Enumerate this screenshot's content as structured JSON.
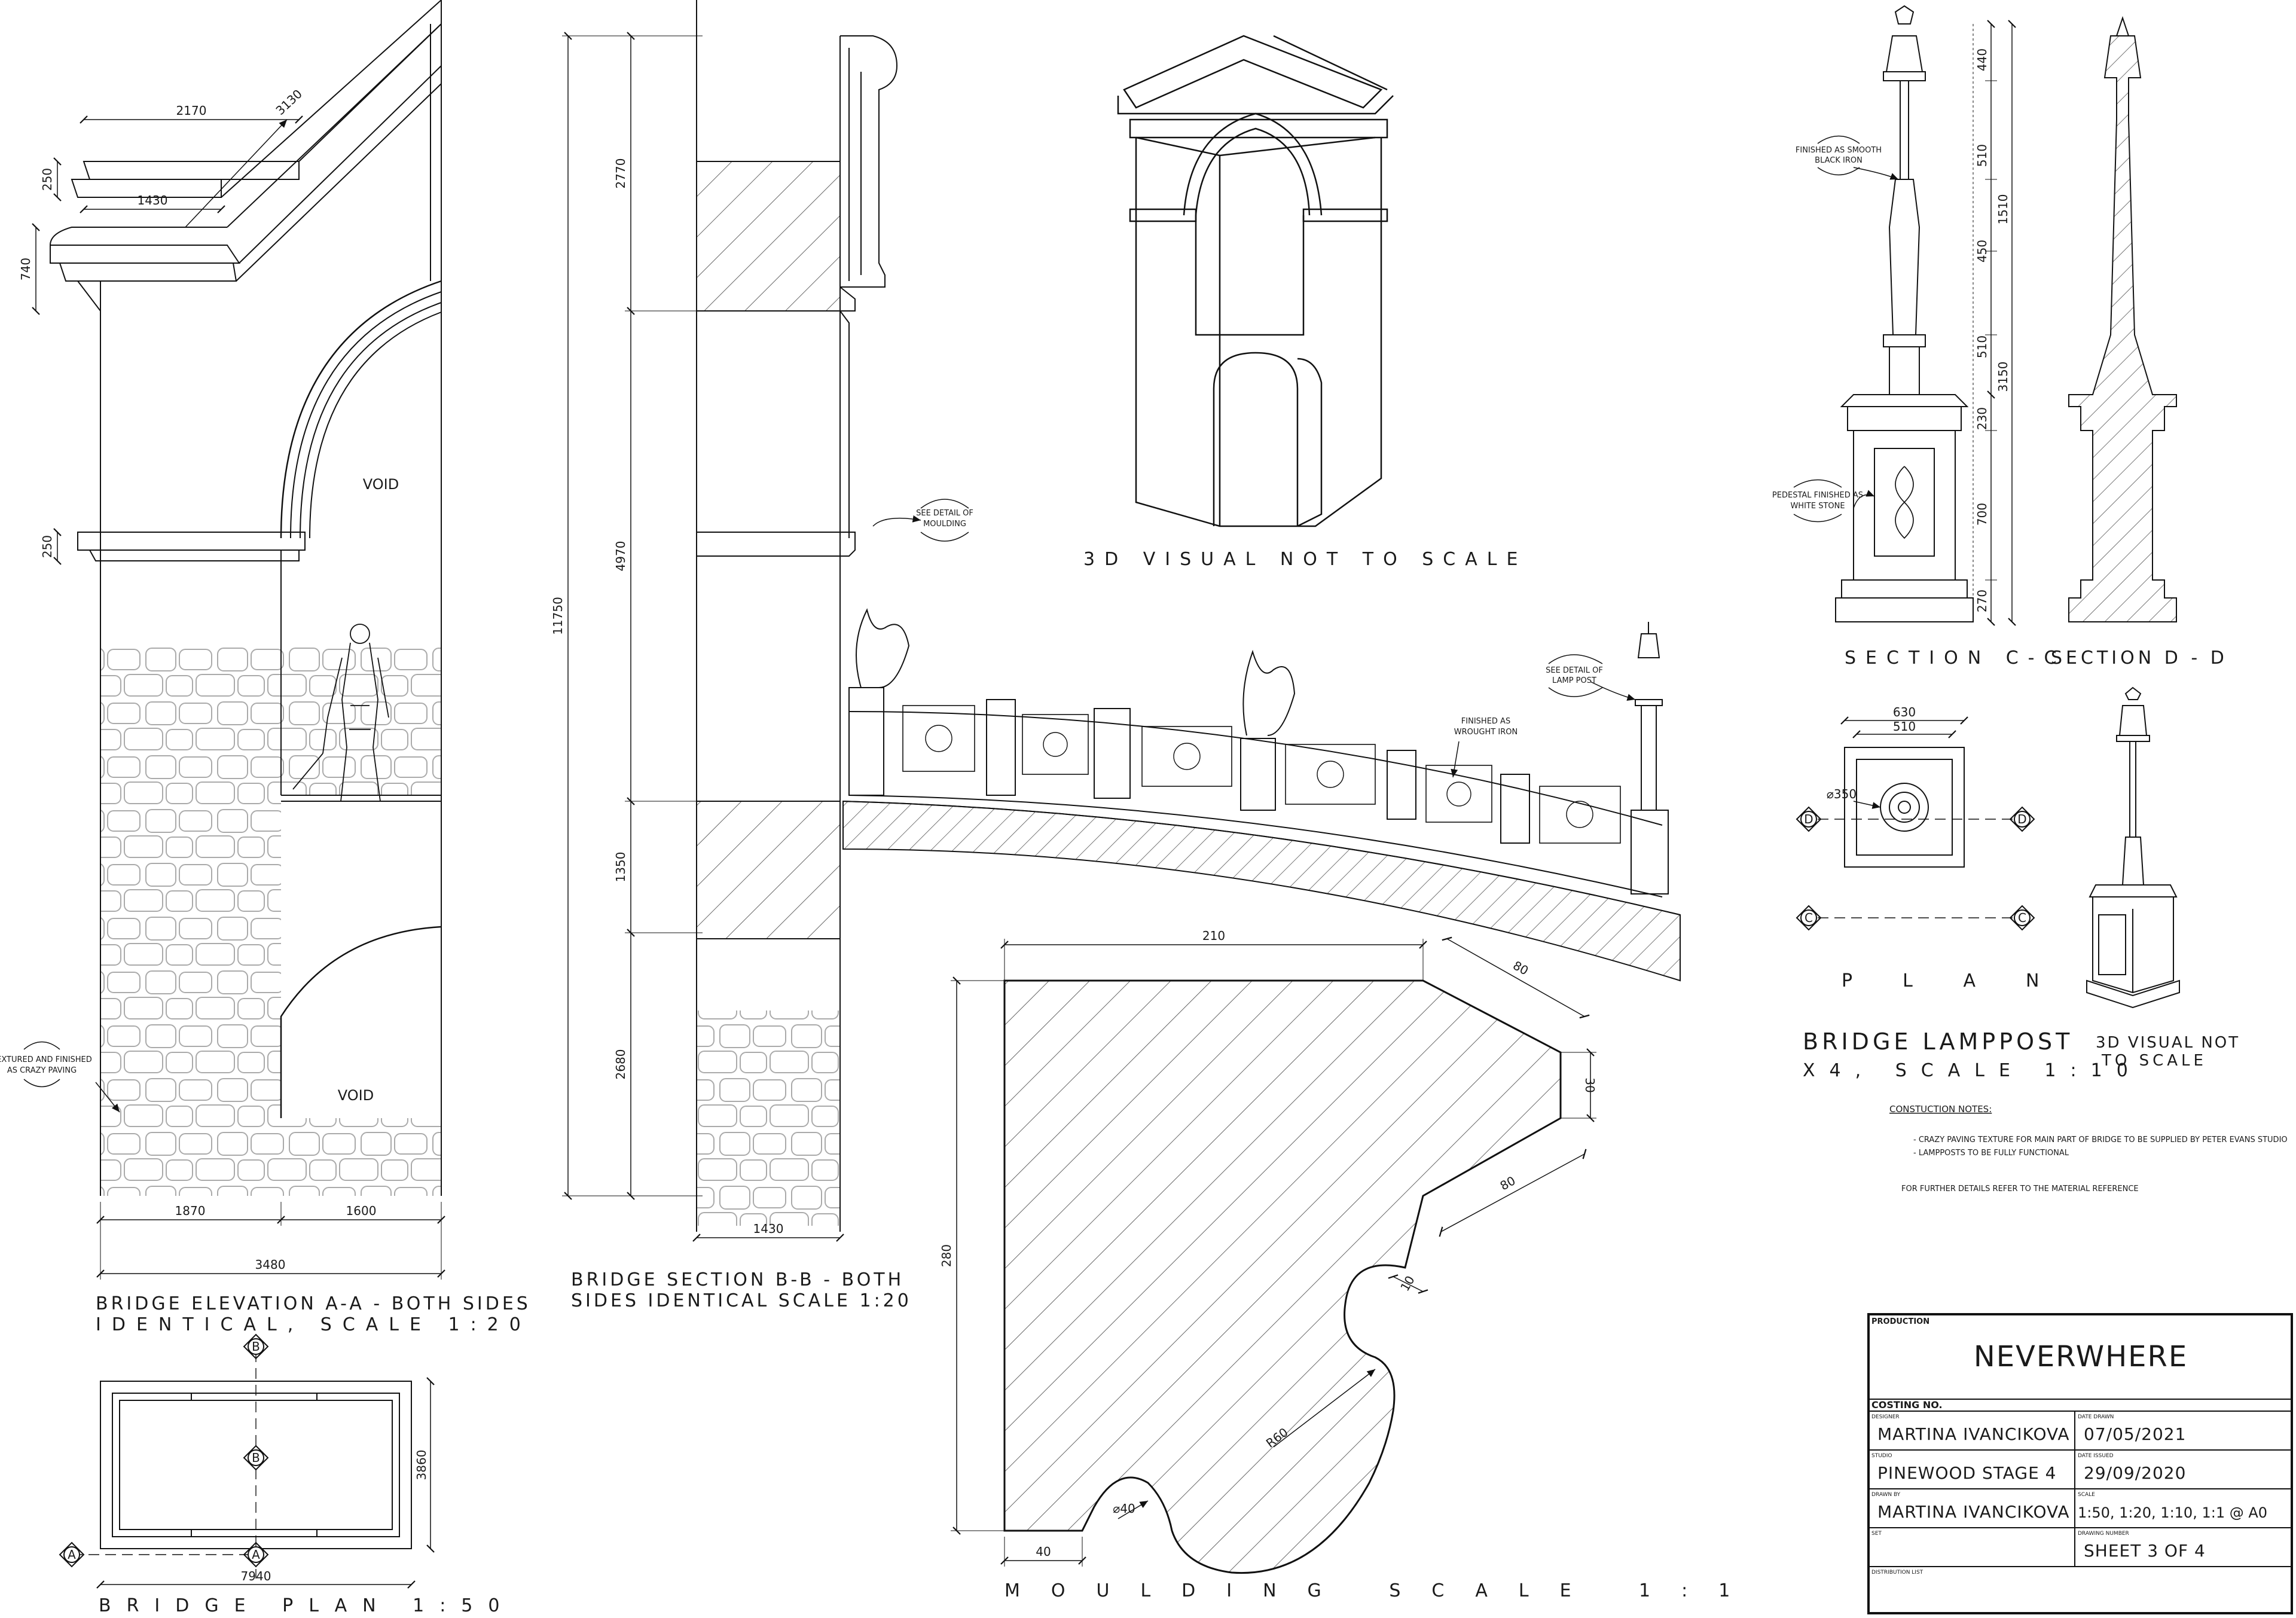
{
  "elevation": {
    "title_line1": "BRIDGE ELEVATION A-A - BOTH SIDES",
    "title_line2": "IDENTICAL, SCALE 1:20",
    "void_label": "VOID",
    "dims": {
      "d2170": "2170",
      "d3130": "3130",
      "d1430": "1430",
      "d250": "250",
      "d740": "740",
      "d1870": "1870",
      "d1600": "1600",
      "d3480": "3480"
    },
    "note_paving": [
      "TEXTURED AND FINISHED",
      "AS CRAZY PAVING"
    ]
  },
  "plan": {
    "title": "BRIDGE PLAN 1:50",
    "dims": {
      "width": "7940",
      "height": "3860"
    },
    "markers": {
      "a": "A",
      "b": "B"
    }
  },
  "section_bb": {
    "title_line1": "BRIDGE SECTION B-B - BOTH",
    "title_line2": "SIDES IDENTICAL SCALE 1:20",
    "dims": {
      "total": "11750",
      "d2770": "2770",
      "d4970": "4970",
      "d1350": "1350",
      "d2680": "2680",
      "d1430": "1430"
    },
    "note_moulding": [
      "SEE DETAIL OF",
      "MOULDING"
    ]
  },
  "visual_3d": {
    "caption": "3D VISUAL NOT TO SCALE"
  },
  "railing": {
    "note_lamp": [
      "SEE DETAIL OF",
      "LAMP POST"
    ],
    "note_iron": [
      "FINISHED AS",
      "WROUGHT IRON"
    ]
  },
  "moulding": {
    "title": "MOULDING SCALE 1:1",
    "dims": {
      "top": "210",
      "diag1": "80",
      "right": "30",
      "diag2": "80",
      "small10": "10",
      "radius": "R60",
      "height": "280",
      "bottom": "40",
      "diameter": "⌀40"
    }
  },
  "lamppost": {
    "section_cc": "SECTION C-C",
    "section_dd": "SECTION D - D",
    "plan_label": "PLAN",
    "title": "BRIDGE LAMPPOST",
    "subtitle": "X4, SCALE 1:10",
    "visual_line1": "3D VISUAL NOT",
    "visual_line2": "TO SCALE",
    "note_black": [
      "FINISHED AS SMOOTH",
      "BLACK IRON"
    ],
    "note_stone": [
      "PEDESTAL FINISHED AS",
      "WHITE STONE"
    ],
    "dims": {
      "d440": "440",
      "d510": "510",
      "d1510": "1510",
      "d450": "450",
      "d510b": "510",
      "d3150": "3150",
      "d230": "230",
      "d700": "700",
      "d270": "270",
      "d630": "630",
      "d510p": "510",
      "d350": "⌀350"
    },
    "markers": {
      "c": "C",
      "d": "D"
    }
  },
  "construction_notes": {
    "heading": "CONSTUCTION NOTES:",
    "items": [
      "- CRAZY PAVING TEXTURE FOR MAIN PART OF BRIDGE TO BE SUPPLIED BY PETER EVANS STUDIO",
      "- LAMPPOSTS TO BE FULLY FUNCTIONAL"
    ],
    "further": "FOR FURTHER DETAILS REFER TO THE MATERIAL REFERENCE"
  },
  "title_block": {
    "production_label": "PRODUCTION",
    "production": "NEVERWHERE",
    "costing_label": "COSTING NO.",
    "designer_label": "DESIGNER",
    "designer": "MARTINA IVANCIKOVA",
    "date_drawn_label": "DATE DRAWN",
    "date_drawn": "07/05/2021",
    "studio_label": "STUDIO",
    "studio": "PINEWOOD STAGE 4",
    "date_issued_label": "DATE ISSUED",
    "date_issued": "29/09/2020",
    "drawn_by_label": "DRAWN BY",
    "drawn_by": "MARTINA IVANCIKOVA",
    "scale_label": "SCALE",
    "scale": "1:50, 1:20, 1:10, 1:1 @ A0",
    "set_label": "SET",
    "drawing_number_label": "DRAWING NUMBER",
    "drawing_number": "SHEET 3 OF 4",
    "distribution_label": "DISTRIBUTION LIST"
  }
}
